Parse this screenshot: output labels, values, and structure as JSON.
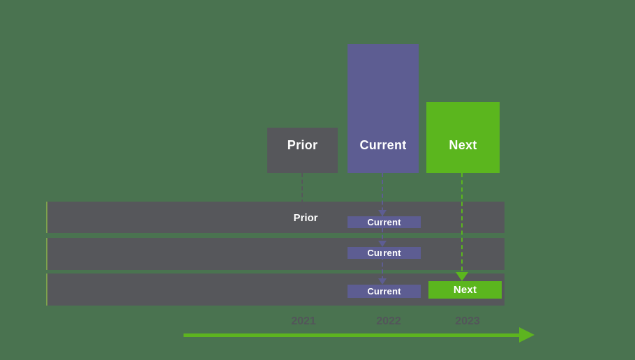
{
  "background_color": "#4a7350",
  "legend": {
    "prior": {
      "label": "Prior",
      "color": "#56575b",
      "text_color": "#ffffff"
    },
    "current": {
      "label": "Current",
      "color": "#5d5d92",
      "text_color": "#ffffff"
    },
    "next": {
      "label": "Next",
      "color": "#5bb61e",
      "text_color": "#ffffff"
    }
  },
  "connectors": {
    "prior_color": "#56575b",
    "current_color": "#5d5d92",
    "next_color": "#5bb61e",
    "style": "dashed"
  },
  "rows": [
    {
      "name": "row-1",
      "prior_label": "Prior",
      "current_label": "Current"
    },
    {
      "name": "row-2",
      "current_label": "Current"
    },
    {
      "name": "row-3",
      "current_label": "Current",
      "next_label": "Next"
    }
  ],
  "timeline": {
    "years": [
      "2021",
      "2022",
      "2023"
    ],
    "arrow_color": "#5db41f",
    "year_text_color": "#53555a"
  }
}
